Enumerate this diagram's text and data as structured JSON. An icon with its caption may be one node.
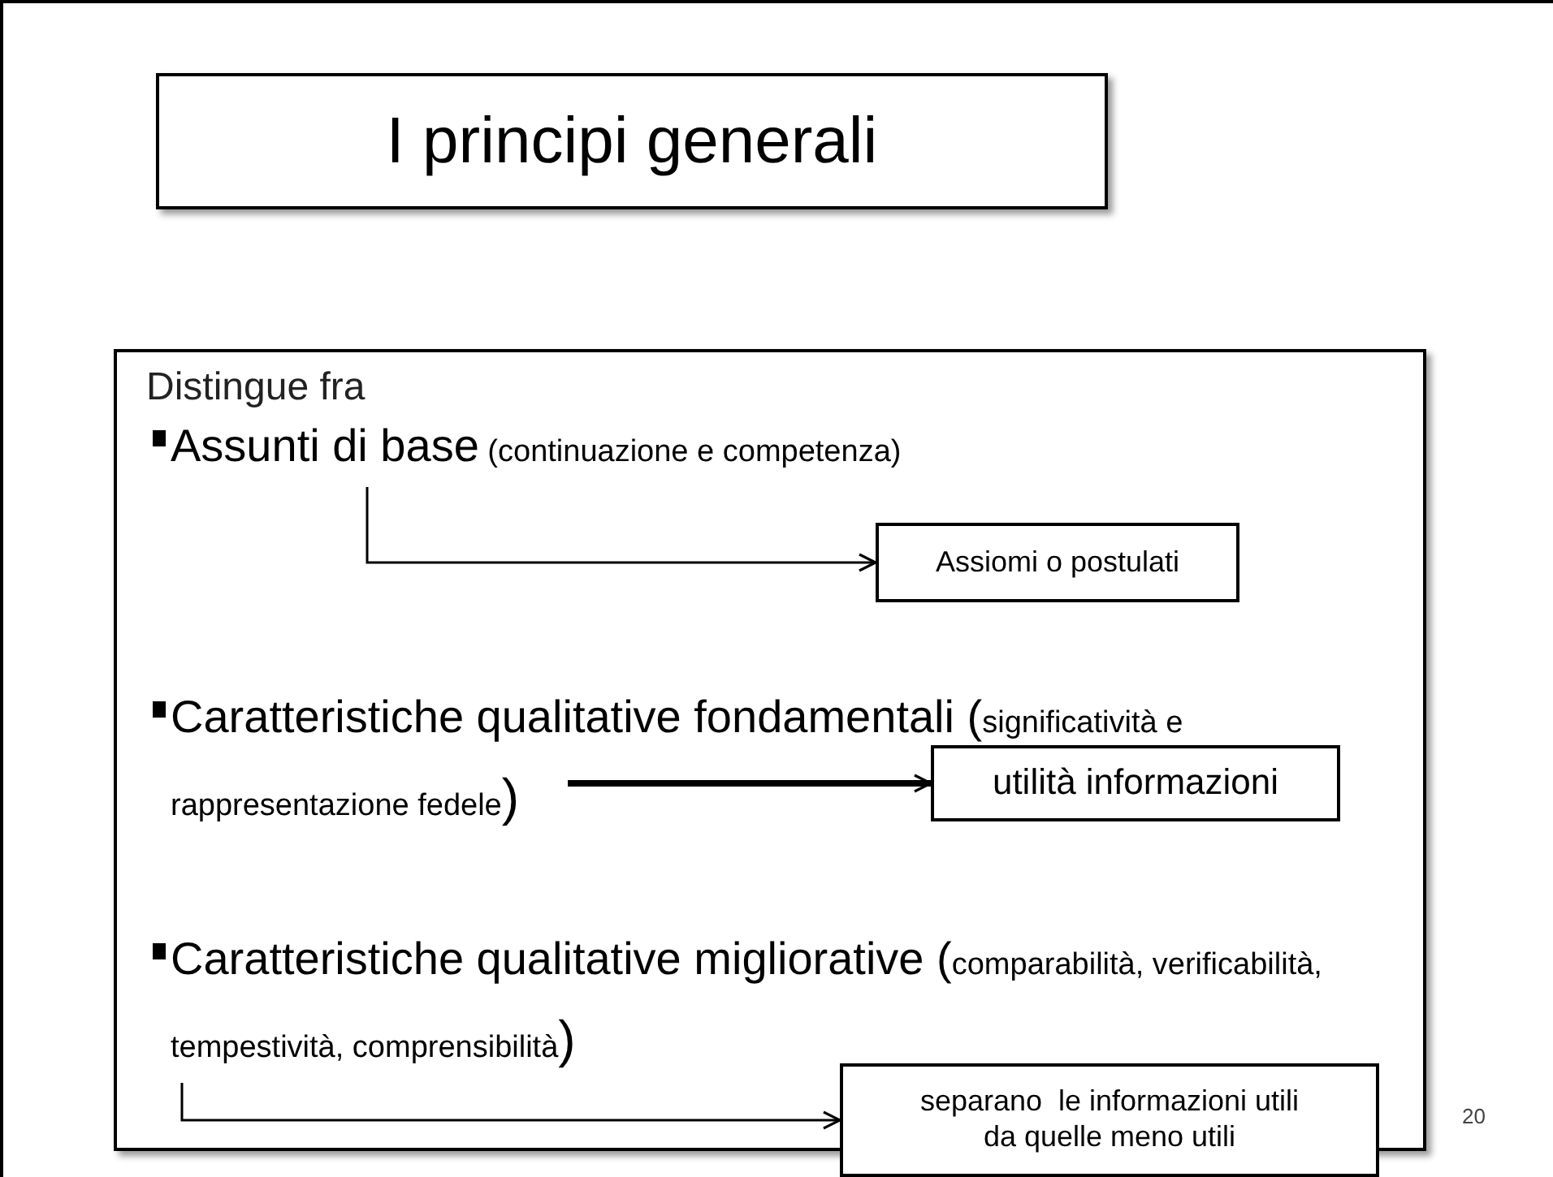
{
  "diagram": {
    "nodes": [
      {
        "text": [
          "I principi generali"
        ]
      },
      {
        "text": [
          "Distingue fra"
        ]
      },
      {
        "text": [
          "Assunti di base",
          "(continuazione e competenza)"
        ],
        "in": 1
      },
      {
        "text": [
          "Assiomi o postulati"
        ],
        "in": 1
      },
      {
        "text": [
          "Caratteristiche qualitative fondamentali (",
          "significatività e rappresentazione fedele",
          ")"
        ],
        "in": 1
      },
      {
        "text": [
          "utilità informazioni"
        ],
        "in": 1
      },
      {
        "text": [
          "Caratteristiche qualitative migliorative (",
          "comparabilità, verificabilità, tempestività, comprensibilità",
          ")"
        ],
        "in": 1
      },
      {
        "text": [
          "separano  le informazioni utili da quelle meno utili"
        ]
      }
    ],
    "edges": [
      {
        "from": 2,
        "to": 3,
        "arrow": "to"
      },
      {
        "from": 4,
        "to": 5,
        "arrow": "to",
        "style": "thick"
      },
      {
        "from": 6,
        "to": 7,
        "arrow": "to"
      }
    ],
    "labels": [
      "20"
    ]
  }
}
